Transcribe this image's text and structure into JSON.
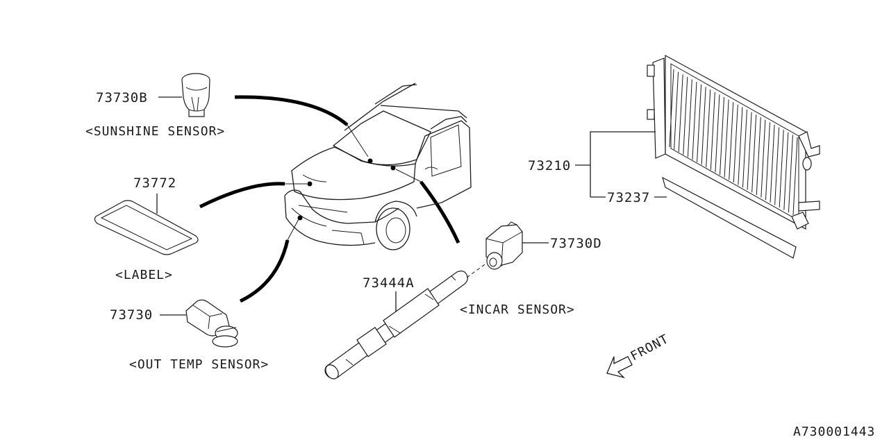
{
  "parts": {
    "sunshine_sensor_no": "73730B",
    "sunshine_sensor_caption": "<SUNSHINE SENSOR>",
    "label_no": "73772",
    "label_caption": "<LABEL>",
    "out_temp_sensor_no": "73730",
    "out_temp_sensor_caption": "<OUT TEMP SENSOR>",
    "aspirator_hose_no": "73444A",
    "incar_sensor_no": "73730D",
    "incar_sensor_caption": "<INCAR SENSOR>",
    "condenser_no": "73210",
    "seal_no": "73237"
  },
  "direction": {
    "front_label": "FRONT"
  },
  "diagram_id": "A730001443"
}
